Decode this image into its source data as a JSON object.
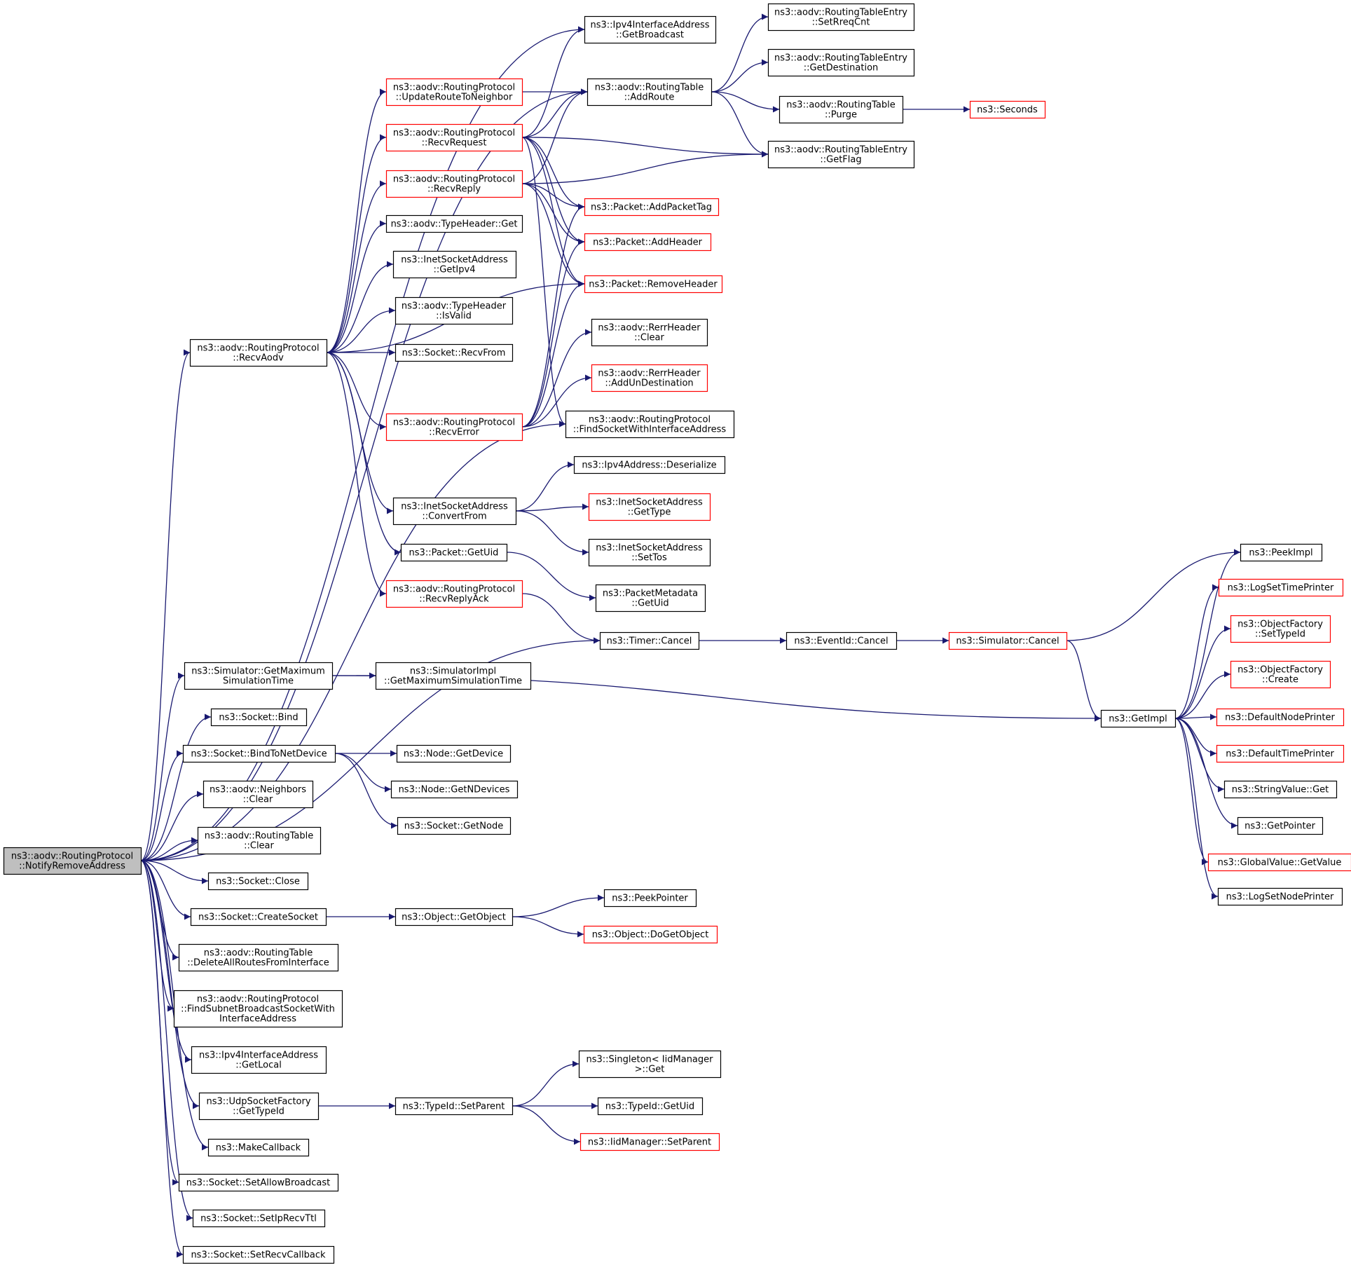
{
  "colors": {
    "edge": "#191970",
    "border_normal": "#000000",
    "border_truncated": "#ff0000",
    "fill_root": "#bfbfbf",
    "fill_normal": "#ffffff",
    "text": "#000000"
  },
  "nodes": [
    {
      "id": "root",
      "lines": [
        "ns3::aodv::RoutingProtocol",
        "::NotifyRemoveAddress"
      ],
      "style": "root"
    },
    {
      "id": "ipv4ifaddr_getbroadcast",
      "lines": [
        "ns3::Ipv4InterfaceAddress",
        "::GetBroadcast"
      ],
      "style": "normal"
    },
    {
      "id": "rtable_addroute",
      "lines": [
        "ns3::aodv::RoutingTable",
        "::AddRoute"
      ],
      "style": "normal"
    },
    {
      "id": "rtentry_setreqcnt",
      "lines": [
        "ns3::aodv::RoutingTableEntry",
        "::SetRreqCnt"
      ],
      "style": "normal"
    },
    {
      "id": "rtentry_getdestination",
      "lines": [
        "ns3::aodv::RoutingTableEntry",
        "::GetDestination"
      ],
      "style": "normal"
    },
    {
      "id": "rtable_purge",
      "lines": [
        "ns3::aodv::RoutingTable",
        "::Purge"
      ],
      "style": "normal"
    },
    {
      "id": "seconds",
      "lines": [
        "ns3::Seconds"
      ],
      "style": "truncated"
    },
    {
      "id": "rtentry_getflag",
      "lines": [
        "ns3::aodv::RoutingTableEntry",
        "::GetFlag"
      ],
      "style": "normal"
    },
    {
      "id": "rp_updateroute",
      "lines": [
        "ns3::aodv::RoutingProtocol",
        "::UpdateRouteToNeighbor"
      ],
      "style": "truncated"
    },
    {
      "id": "rp_recvrequest",
      "lines": [
        "ns3::aodv::RoutingProtocol",
        "::RecvRequest"
      ],
      "style": "truncated"
    },
    {
      "id": "rp_recvreply",
      "lines": [
        "ns3::aodv::RoutingProtocol",
        "::RecvReply"
      ],
      "style": "truncated"
    },
    {
      "id": "packet_addpackettag",
      "lines": [
        "ns3::Packet::AddPacketTag"
      ],
      "style": "truncated"
    },
    {
      "id": "typeheader_get",
      "lines": [
        "ns3::aodv::TypeHeader::Get"
      ],
      "style": "normal"
    },
    {
      "id": "packet_addheader",
      "lines": [
        "ns3::Packet::AddHeader"
      ],
      "style": "truncated"
    },
    {
      "id": "inet_getipv4",
      "lines": [
        "ns3::InetSocketAddress",
        "::GetIpv4"
      ],
      "style": "normal"
    },
    {
      "id": "packet_removeheader",
      "lines": [
        "ns3::Packet::RemoveHeader"
      ],
      "style": "truncated"
    },
    {
      "id": "typeheader_isvalid",
      "lines": [
        "ns3::aodv::TypeHeader",
        "::IsValid"
      ],
      "style": "normal"
    },
    {
      "id": "rrerr_clear",
      "lines": [
        "ns3::aodv::RerrHeader",
        "::Clear"
      ],
      "style": "normal"
    },
    {
      "id": "rp_recvaodv",
      "lines": [
        "ns3::aodv::RoutingProtocol",
        "::RecvAodv"
      ],
      "style": "normal"
    },
    {
      "id": "socket_recvfrom",
      "lines": [
        "ns3::Socket::RecvFrom"
      ],
      "style": "normal"
    },
    {
      "id": "rrerr_addundest",
      "lines": [
        "ns3::aodv::RerrHeader",
        "::AddUnDestination"
      ],
      "style": "truncated"
    },
    {
      "id": "rp_recverror",
      "lines": [
        "ns3::aodv::RoutingProtocol",
        "::RecvError"
      ],
      "style": "truncated"
    },
    {
      "id": "rp_findsocket",
      "lines": [
        "ns3::aodv::RoutingProtocol",
        "::FindSocketWithInterfaceAddress"
      ],
      "style": "normal"
    },
    {
      "id": "ipv4addr_deserialize",
      "lines": [
        "ns3::Ipv4Address::Deserialize"
      ],
      "style": "normal"
    },
    {
      "id": "inet_convertfrom",
      "lines": [
        "ns3::InetSocketAddress",
        "::ConvertFrom"
      ],
      "style": "normal"
    },
    {
      "id": "inet_gettype",
      "lines": [
        "ns3::InetSocketAddress",
        "::GetType"
      ],
      "style": "truncated"
    },
    {
      "id": "inet_settos",
      "lines": [
        "ns3::InetSocketAddress",
        "::SetTos"
      ],
      "style": "normal"
    },
    {
      "id": "packet_getuid",
      "lines": [
        "ns3::Packet::GetUid"
      ],
      "style": "normal"
    },
    {
      "id": "peekimpl",
      "lines": [
        "ns3::PeekImpl"
      ],
      "style": "normal"
    },
    {
      "id": "packetmeta_getuid",
      "lines": [
        "ns3::PacketMetadata",
        "::GetUid"
      ],
      "style": "normal"
    },
    {
      "id": "logsettimeprinter",
      "lines": [
        "ns3::LogSetTimePrinter"
      ],
      "style": "truncated"
    },
    {
      "id": "rp_recvreplyack",
      "lines": [
        "ns3::aodv::RoutingProtocol",
        "::RecvReplyAck"
      ],
      "style": "truncated"
    },
    {
      "id": "objfactory_settypeid",
      "lines": [
        "ns3::ObjectFactory",
        "::SetTypeId"
      ],
      "style": "truncated"
    },
    {
      "id": "timer_cancel",
      "lines": [
        "ns3::Timer::Cancel"
      ],
      "style": "normal"
    },
    {
      "id": "eventid_cancel",
      "lines": [
        "ns3::EventId::Cancel"
      ],
      "style": "normal"
    },
    {
      "id": "simulator_cancel",
      "lines": [
        "ns3::Simulator::Cancel"
      ],
      "style": "truncated"
    },
    {
      "id": "sim_getmaxsimtime",
      "lines": [
        "ns3::Simulator::GetMaximum",
        "SimulationTime"
      ],
      "style": "normal"
    },
    {
      "id": "simimpl_getmaxsimtime",
      "lines": [
        "ns3::SimulatorImpl",
        "::GetMaximumSimulationTime"
      ],
      "style": "normal"
    },
    {
      "id": "objfactory_create",
      "lines": [
        "ns3::ObjectFactory",
        "::Create"
      ],
      "style": "truncated"
    },
    {
      "id": "socket_bind",
      "lines": [
        "ns3::Socket::Bind"
      ],
      "style": "normal"
    },
    {
      "id": "getimpl",
      "lines": [
        "ns3::GetImpl"
      ],
      "style": "normal"
    },
    {
      "id": "defaultnodeprinter",
      "lines": [
        "ns3::DefaultNodePrinter"
      ],
      "style": "truncated"
    },
    {
      "id": "socket_bindtonetdevice",
      "lines": [
        "ns3::Socket::BindToNetDevice"
      ],
      "style": "normal"
    },
    {
      "id": "node_getdevice",
      "lines": [
        "ns3::Node::GetDevice"
      ],
      "style": "normal"
    },
    {
      "id": "defaulttimeprinter",
      "lines": [
        "ns3::DefaultTimePrinter"
      ],
      "style": "truncated"
    },
    {
      "id": "node_getndevices",
      "lines": [
        "ns3::Node::GetNDevices"
      ],
      "style": "normal"
    },
    {
      "id": "stringvalue_get",
      "lines": [
        "ns3::StringValue::Get"
      ],
      "style": "normal"
    },
    {
      "id": "neighbors_clear",
      "lines": [
        "ns3::aodv::Neighbors",
        "::Clear"
      ],
      "style": "normal"
    },
    {
      "id": "socket_getnode",
      "lines": [
        "ns3::Socket::GetNode"
      ],
      "style": "normal"
    },
    {
      "id": "getpointer",
      "lines": [
        "ns3::GetPointer"
      ],
      "style": "normal"
    },
    {
      "id": "rtable_clear",
      "lines": [
        "ns3::aodv::RoutingTable",
        "::Clear"
      ],
      "style": "normal"
    },
    {
      "id": "globalvalue_getvalue",
      "lines": [
        "ns3::GlobalValue::GetValue"
      ],
      "style": "truncated"
    },
    {
      "id": "socket_close",
      "lines": [
        "ns3::Socket::Close"
      ],
      "style": "normal"
    },
    {
      "id": "logsetnodeprinter",
      "lines": [
        "ns3::LogSetNodePrinter"
      ],
      "style": "normal"
    },
    {
      "id": "peekpointer",
      "lines": [
        "ns3::PeekPointer"
      ],
      "style": "normal"
    },
    {
      "id": "socket_createsocket",
      "lines": [
        "ns3::Socket::CreateSocket"
      ],
      "style": "normal"
    },
    {
      "id": "object_getobject",
      "lines": [
        "ns3::Object::GetObject"
      ],
      "style": "normal"
    },
    {
      "id": "object_dogetobject",
      "lines": [
        "ns3::Object::DoGetObject"
      ],
      "style": "truncated"
    },
    {
      "id": "rtable_deleteall",
      "lines": [
        "ns3::aodv::RoutingTable",
        "::DeleteAllRoutesFromInterface"
      ],
      "style": "normal"
    },
    {
      "id": "rp_findsubnet",
      "lines": [
        "ns3::aodv::RoutingProtocol",
        "::FindSubnetBroadcastSocketWith",
        "InterfaceAddress"
      ],
      "style": "normal"
    },
    {
      "id": "ipv4ifaddr_getlocal",
      "lines": [
        "ns3::Ipv4InterfaceAddress",
        "::GetLocal"
      ],
      "style": "normal"
    },
    {
      "id": "singleton_get",
      "lines": [
        "ns3::Singleton< IidManager",
        " >::Get"
      ],
      "style": "normal"
    },
    {
      "id": "udpsf_gettypeid",
      "lines": [
        "ns3::UdpSocketFactory",
        "::GetTypeId"
      ],
      "style": "normal"
    },
    {
      "id": "typeid_setparent",
      "lines": [
        "ns3::TypeId::SetParent"
      ],
      "style": "normal"
    },
    {
      "id": "typeid_getuid",
      "lines": [
        "ns3::TypeId::GetUid"
      ],
      "style": "normal"
    },
    {
      "id": "iidmanager_setparent",
      "lines": [
        "ns3::IidManager::SetParent"
      ],
      "style": "truncated"
    },
    {
      "id": "makecallback",
      "lines": [
        "ns3::MakeCallback"
      ],
      "style": "normal"
    },
    {
      "id": "socket_setallowbroadcast",
      "lines": [
        "ns3::Socket::SetAllowBroadcast"
      ],
      "style": "normal"
    },
    {
      "id": "socket_setiprecvttl",
      "lines": [
        "ns3::Socket::SetIpRecvTtl"
      ],
      "style": "normal"
    },
    {
      "id": "socket_setrecvcallback",
      "lines": [
        "ns3::Socket::SetRecvCallback"
      ],
      "style": "normal"
    }
  ],
  "edges": [
    [
      "root",
      "ipv4ifaddr_getbroadcast"
    ],
    [
      "root",
      "rtable_addroute"
    ],
    [
      "root",
      "rp_recvaodv"
    ],
    [
      "root",
      "rp_findsocket"
    ],
    [
      "root",
      "timer_cancel"
    ],
    [
      "root",
      "sim_getmaxsimtime"
    ],
    [
      "root",
      "socket_bind"
    ],
    [
      "root",
      "socket_bindtonetdevice"
    ],
    [
      "root",
      "neighbors_clear"
    ],
    [
      "root",
      "rtable_clear"
    ],
    [
      "root",
      "socket_close"
    ],
    [
      "root",
      "socket_createsocket"
    ],
    [
      "root",
      "rtable_deleteall"
    ],
    [
      "root",
      "rp_findsubnet"
    ],
    [
      "root",
      "ipv4ifaddr_getlocal"
    ],
    [
      "root",
      "udpsf_gettypeid"
    ],
    [
      "root",
      "makecallback"
    ],
    [
      "root",
      "socket_setallowbroadcast"
    ],
    [
      "root",
      "socket_setiprecvttl"
    ],
    [
      "root",
      "socket_setrecvcallback"
    ],
    [
      "rtable_addroute",
      "rtentry_setreqcnt"
    ],
    [
      "rtable_addroute",
      "rtentry_getdestination"
    ],
    [
      "rtable_addroute",
      "rtable_purge"
    ],
    [
      "rtable_addroute",
      "rtentry_getflag"
    ],
    [
      "rtable_purge",
      "seconds"
    ],
    [
      "rp_updateroute",
      "rtable_addroute"
    ],
    [
      "rp_recvrequest",
      "ipv4ifaddr_getbroadcast"
    ],
    [
      "rp_recvrequest",
      "rtable_addroute"
    ],
    [
      "rp_recvrequest",
      "rtentry_getflag"
    ],
    [
      "rp_recvrequest",
      "packet_addpackettag"
    ],
    [
      "rp_recvrequest",
      "packet_addheader"
    ],
    [
      "rp_recvrequest",
      "packet_removeheader"
    ],
    [
      "rp_recvrequest",
      "rp_findsocket"
    ],
    [
      "rp_recvreply",
      "rtable_addroute"
    ],
    [
      "rp_recvreply",
      "rtentry_getflag"
    ],
    [
      "rp_recvreply",
      "packet_addpackettag"
    ],
    [
      "rp_recvreply",
      "packet_addheader"
    ],
    [
      "rp_recvreply",
      "packet_removeheader"
    ],
    [
      "rp_recvaodv",
      "rp_updateroute"
    ],
    [
      "rp_recvaodv",
      "rp_recvrequest"
    ],
    [
      "rp_recvaodv",
      "rp_recvreply"
    ],
    [
      "rp_recvaodv",
      "typeheader_get"
    ],
    [
      "rp_recvaodv",
      "inet_getipv4"
    ],
    [
      "rp_recvaodv",
      "typeheader_isvalid"
    ],
    [
      "rp_recvaodv",
      "socket_recvfrom"
    ],
    [
      "rp_recvaodv",
      "packet_removeheader"
    ],
    [
      "rp_recvaodv",
      "rp_recverror"
    ],
    [
      "rp_recvaodv",
      "inet_convertfrom"
    ],
    [
      "rp_recvaodv",
      "packet_getuid"
    ],
    [
      "rp_recvaodv",
      "rp_recvreplyack"
    ],
    [
      "rp_recverror",
      "packet_addpackettag"
    ],
    [
      "rp_recverror",
      "packet_addheader"
    ],
    [
      "rp_recverror",
      "packet_removeheader"
    ],
    [
      "rp_recverror",
      "rrerr_clear"
    ],
    [
      "rp_recverror",
      "rrerr_addundest"
    ],
    [
      "inet_convertfrom",
      "ipv4addr_deserialize"
    ],
    [
      "inet_convertfrom",
      "inet_gettype"
    ],
    [
      "inet_convertfrom",
      "inet_settos"
    ],
    [
      "packet_getuid",
      "packetmeta_getuid"
    ],
    [
      "rp_recvreplyack",
      "timer_cancel"
    ],
    [
      "timer_cancel",
      "eventid_cancel"
    ],
    [
      "eventid_cancel",
      "simulator_cancel"
    ],
    [
      "simulator_cancel",
      "peekimpl"
    ],
    [
      "simulator_cancel",
      "getimpl"
    ],
    [
      "sim_getmaxsimtime",
      "simimpl_getmaxsimtime"
    ],
    [
      "sim_getmaxsimtime",
      "getimpl"
    ],
    [
      "getimpl",
      "peekimpl"
    ],
    [
      "getimpl",
      "logsettimeprinter"
    ],
    [
      "getimpl",
      "objfactory_settypeid"
    ],
    [
      "getimpl",
      "objfactory_create"
    ],
    [
      "getimpl",
      "defaultnodeprinter"
    ],
    [
      "getimpl",
      "defaulttimeprinter"
    ],
    [
      "getimpl",
      "stringvalue_get"
    ],
    [
      "getimpl",
      "getpointer"
    ],
    [
      "getimpl",
      "globalvalue_getvalue"
    ],
    [
      "getimpl",
      "logsetnodeprinter"
    ],
    [
      "socket_bindtonetdevice",
      "node_getdevice"
    ],
    [
      "socket_bindtonetdevice",
      "node_getndevices"
    ],
    [
      "socket_bindtonetdevice",
      "socket_getnode"
    ],
    [
      "socket_createsocket",
      "object_getobject"
    ],
    [
      "object_getobject",
      "peekpointer"
    ],
    [
      "object_getobject",
      "object_dogetobject"
    ],
    [
      "udpsf_gettypeid",
      "typeid_setparent"
    ],
    [
      "typeid_setparent",
      "singleton_get"
    ],
    [
      "typeid_setparent",
      "typeid_getuid"
    ],
    [
      "typeid_setparent",
      "iidmanager_setparent"
    ]
  ]
}
